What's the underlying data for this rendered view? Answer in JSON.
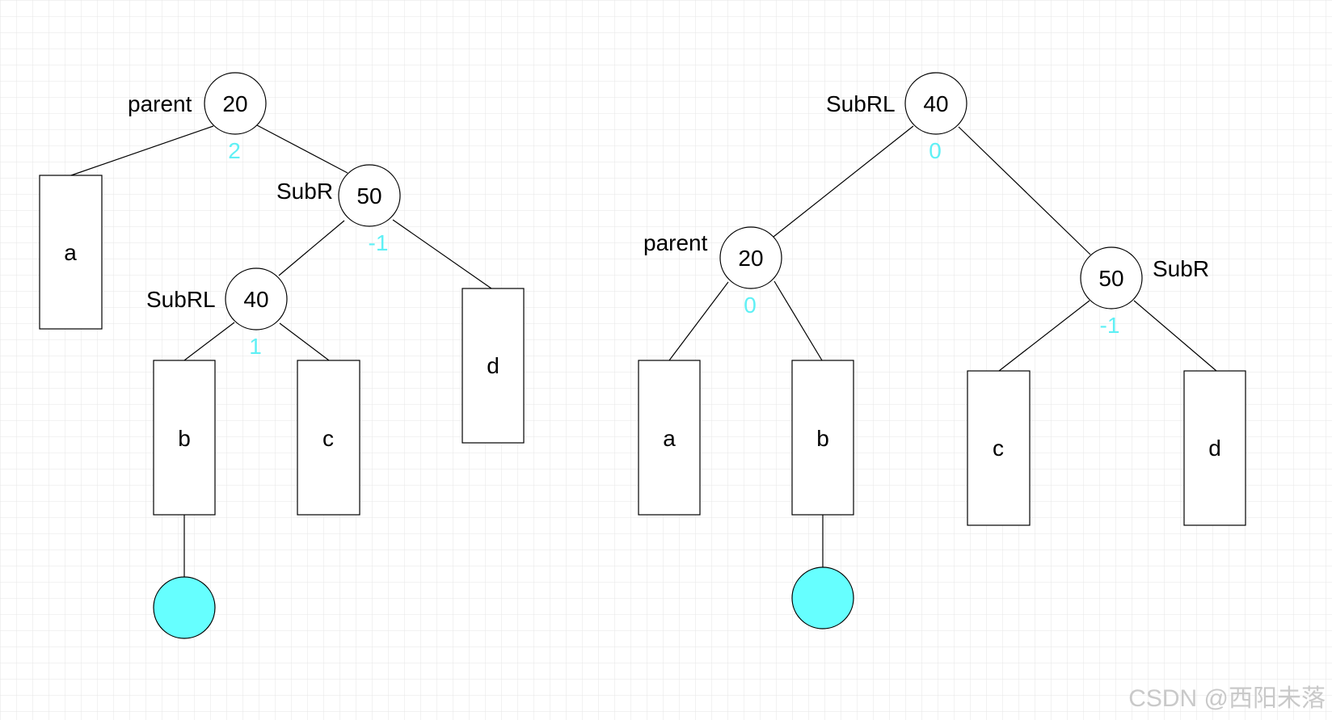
{
  "colors": {
    "grid": "#e3e3e3",
    "balance_factor": "#5ff0f5",
    "inserted_node_fill": "#66ffff",
    "stroke": "#000000"
  },
  "left_tree": {
    "nodes": [
      {
        "id": "20",
        "value": "20",
        "tag": "parent",
        "balance": "2"
      },
      {
        "id": "50",
        "value": "50",
        "tag": "SubR",
        "balance": "-1"
      },
      {
        "id": "40",
        "value": "40",
        "tag": "SubRL",
        "balance": "1"
      }
    ],
    "leaves": [
      "a",
      "b",
      "c",
      "d"
    ]
  },
  "right_tree": {
    "nodes": [
      {
        "id": "40",
        "value": "40",
        "tag": "SubRL",
        "balance": "0"
      },
      {
        "id": "20",
        "value": "20",
        "tag": "parent",
        "balance": "0"
      },
      {
        "id": "50",
        "value": "50",
        "tag": "SubR",
        "balance": "-1"
      }
    ],
    "leaves": [
      "a",
      "b",
      "c",
      "d"
    ]
  },
  "watermark": "CSDN @西阳未落"
}
